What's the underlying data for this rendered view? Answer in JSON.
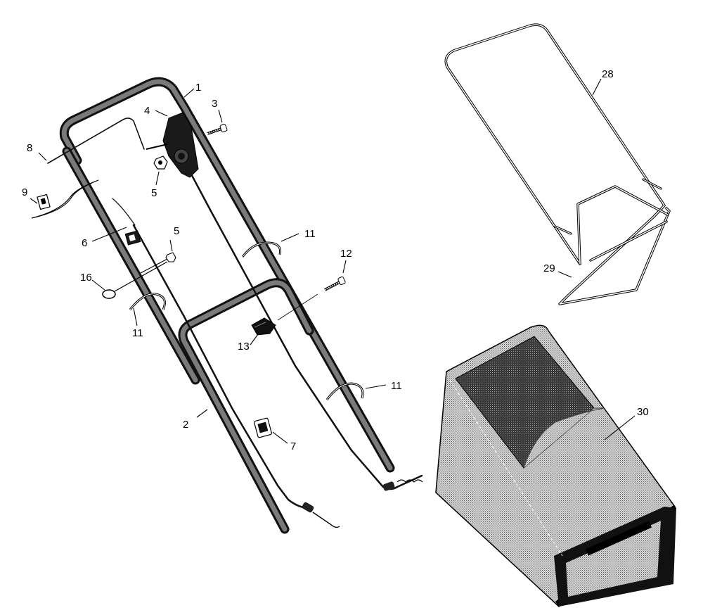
{
  "callouts": [
    {
      "id": "c1",
      "text": "1"
    },
    {
      "id": "c2",
      "text": "2"
    },
    {
      "id": "c3",
      "text": "3"
    },
    {
      "id": "c4",
      "text": "4"
    },
    {
      "id": "c5a",
      "text": "5"
    },
    {
      "id": "c5b",
      "text": "5"
    },
    {
      "id": "c6",
      "text": "6"
    },
    {
      "id": "c7",
      "text": "7"
    },
    {
      "id": "c8",
      "text": "8"
    },
    {
      "id": "c9",
      "text": "9"
    },
    {
      "id": "c11a",
      "text": "11"
    },
    {
      "id": "c11b",
      "text": "11"
    },
    {
      "id": "c11c",
      "text": "11"
    },
    {
      "id": "c12",
      "text": "12"
    },
    {
      "id": "c13",
      "text": "13"
    },
    {
      "id": "c16",
      "text": "16"
    },
    {
      "id": "c28",
      "text": "28"
    },
    {
      "id": "c29",
      "text": "29"
    },
    {
      "id": "c30",
      "text": "30"
    }
  ]
}
